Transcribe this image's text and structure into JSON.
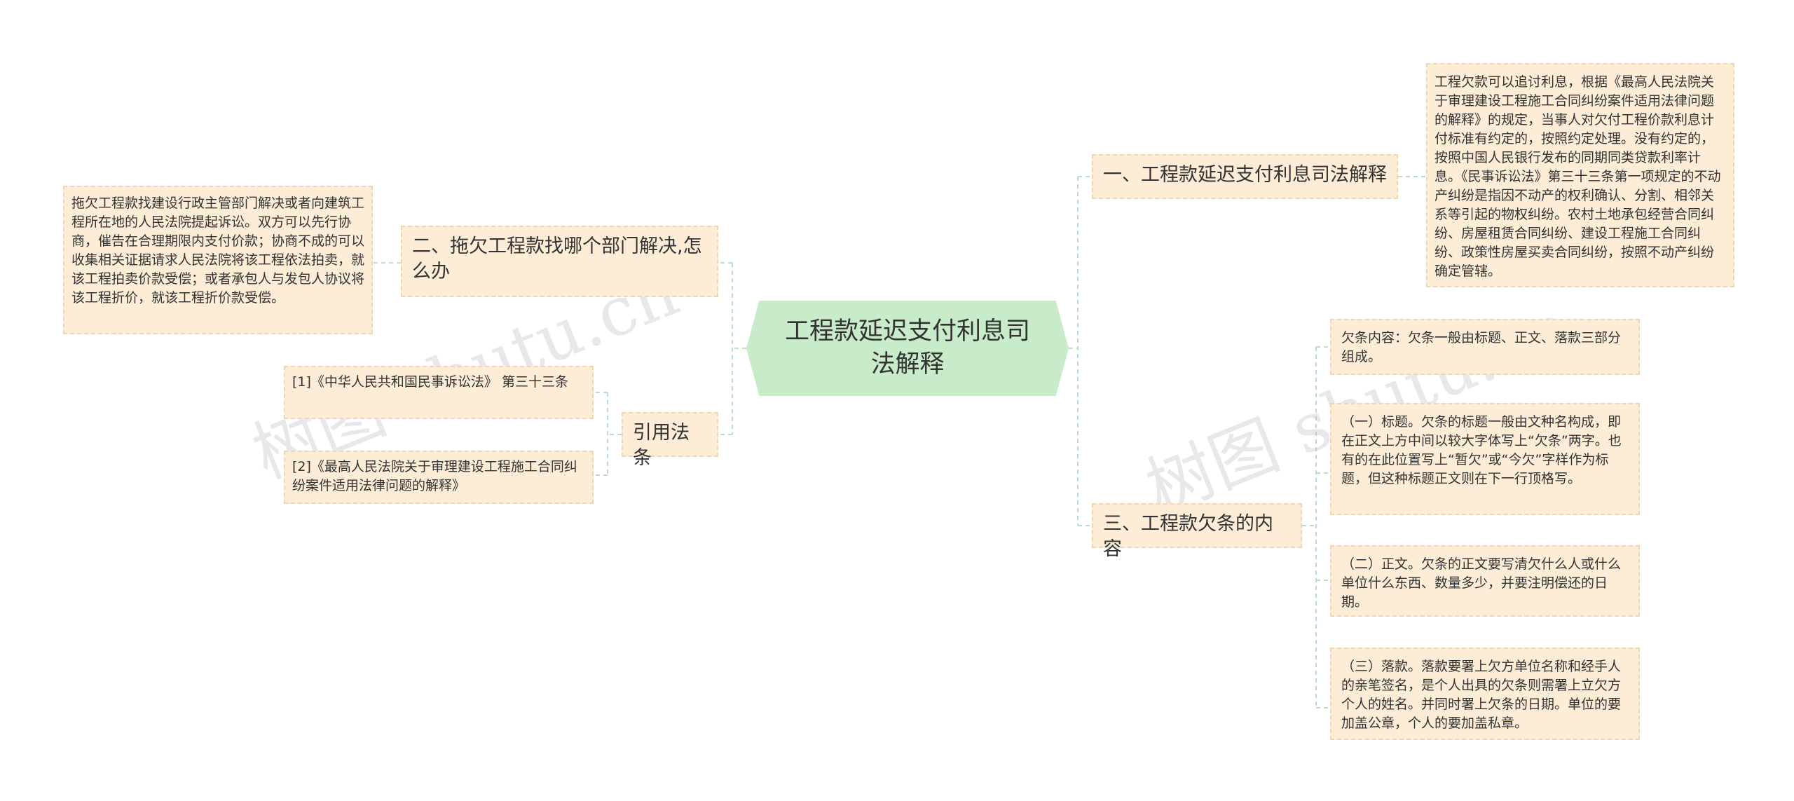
{
  "center": {
    "label": "工程款延迟支付利息司法解释"
  },
  "branches": {
    "b1": {
      "label": "一、工程款延迟支付利息司法解释"
    },
    "b2": {
      "label": "二、拖欠工程款找哪个部门解决,怎么办"
    },
    "b3": {
      "label": "三、工程款欠条的内容"
    },
    "b4": {
      "label": "引用法条"
    }
  },
  "leaves": {
    "b1_text": "工程欠款可以追讨利息，根据《最高人民法院关于审理建设工程施工合同纠纷案件适用法律问题的解释》的规定，当事人对欠付工程价款利息计付标准有约定的，按照约定处理。没有约定的，按照中国人民银行发布的同期同类贷款利率计息。《民事诉讼法》第三十三条第一项规定的不动产纠纷是指因不动产的权利确认、分割、相邻关系等引起的物权纠纷。农村土地承包经营合同纠纷、房屋租赁合同纠纷、建设工程施工合同纠纷、政策性房屋买卖合同纠纷，按照不动产纠纷确定管辖。",
    "b2_text": "拖欠工程款找建设行政主管部门解决或者向建筑工程所在地的人民法院提起诉讼。双方可以先行协商，催告在合理期限内支付价款；协商不成的可以收集相关证据请求人民法院将该工程依法拍卖，就该工程拍卖价款受偿；或者承包人与发包人协议将该工程折价，就该工程折价款受偿。",
    "b3_items": [
      "欠条内容：欠条一般由标题、正文、落款三部分组成。",
      "（一）标题。欠条的标题一般由文种名构成，即在正文上方中间以较大字体写上“欠条”两字。也有的在此位置写上“暂欠”或“今欠”字样作为标题，但这种标题正文则在下一行顶格写。",
      "（二）正文。欠条的正文要写清欠什么人或什么单位什么东西、数量多少，并要注明偿还的日期。",
      "（三）落款。落款要署上欠方单位名称和经手人的亲笔签名，是个人出具的欠条则需署上立欠方个人的姓名。并同时署上欠条的日期。单位的要加盖公章，个人的要加盖私章。"
    ],
    "b4_items": [
      "[1]《中华人民共和国民事诉讼法》 第三十三条",
      "[2]《最高人民法院关于审理建设工程施工合同纠纷案件适用法律问题的解释》"
    ]
  },
  "watermark": {
    "text": "树图 shutu.cn"
  },
  "colors": {
    "center_fill": "#c8ecc9",
    "node_fill": "#fdecd6",
    "node_border": "#ead7b3",
    "connector": "#b9dfc0"
  }
}
